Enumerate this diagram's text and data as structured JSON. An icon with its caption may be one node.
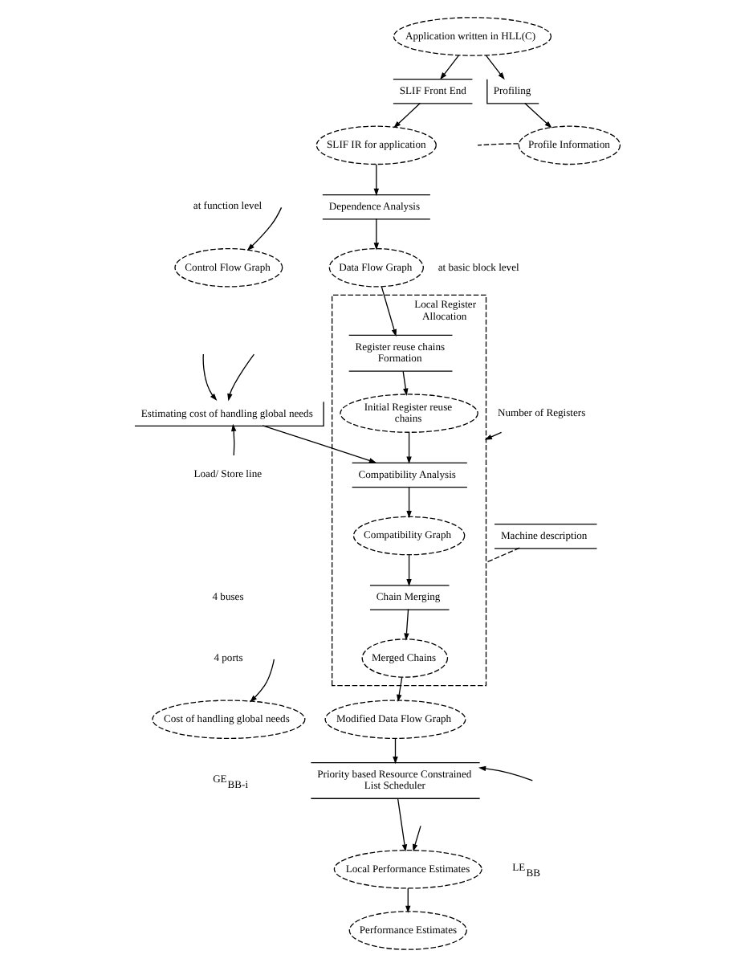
{
  "diagram": {
    "nodes": [
      {
        "text": [
          "Application written in HLL(C)"
        ]
      },
      {
        "text": [
          "SLIF Front End"
        ]
      },
      {
        "text": [
          "Profiling"
        ]
      },
      {
        "text": [
          "SLIF IR for application"
        ]
      },
      {
        "text": [
          "Profile Information"
        ]
      },
      {
        "text": [
          "Dependence Analysis"
        ]
      },
      {
        "text": [
          "Control Flow Graph"
        ],
        "beside": [
          "at function level"
        ]
      },
      {
        "text": [
          "Data Flow Graph"
        ],
        "beside": [
          "at basic block level"
        ]
      },
      {
        "text": [
          "Local Register Allocation"
        ]
      },
      {
        "text": [
          "Register reuse chains Formation"
        ],
        "in": 8
      },
      {
        "text": [
          "Initial Register reuse chains"
        ],
        "in": 8
      },
      {
        "text": [
          "Estimating cost of handling global needs"
        ]
      },
      {
        "text": [
          "Compatibility Analysis"
        ],
        "in": 8
      },
      {
        "text": [
          "Number of Registers"
        ]
      },
      {
        "text": [
          "Load/ Store line"
        ]
      },
      {
        "text": [
          "Compatibility Graph"
        ],
        "in": 8
      },
      {
        "text": [
          "Chain Merging"
        ],
        "in": 8
      },
      {
        "text": [
          "Machine description"
        ]
      },
      {
        "text": [
          "Merged Chains"
        ],
        "in": 8
      },
      {
        "text": [
          "Modified Data Flow Graph"
        ]
      },
      {
        "text": [
          "Cost of handling global needs"
        ],
        "beside": [
          "GE$_{BB-i}$"
        ]
      },
      {
        "text": [
          "Priority based Resource Constrained List Scheduler"
        ]
      },
      {
        "text": [
          "Local Performance Estimates"
        ],
        "beside": [
          "LE$_{BB}$"
        ]
      },
      {
        "text": [
          "Performance Estimates"
        ]
      }
    ],
    "edges": [
      {
        "from": 0,
        "to": 1,
        "arrow": "to"
      },
      {
        "from": 0,
        "to": 2,
        "arrow": "to"
      },
      {
        "from": 1,
        "to": 3,
        "arrow": "to"
      },
      {
        "from": 2,
        "to": 4,
        "arrow": "to"
      },
      {
        "from": 4,
        "to": null,
        "arrow": "none",
        "style": "dashed"
      },
      {
        "from": 3,
        "to": 5,
        "arrow": "to"
      },
      {
        "from": 5,
        "to": 7,
        "arrow": "to"
      },
      {
        "from": null,
        "to": 6,
        "arrow": "to"
      },
      {
        "from": 7,
        "to": 9,
        "arrow": "to"
      },
      {
        "from": 9,
        "to": 10,
        "arrow": "to"
      },
      {
        "from": 10,
        "to": 12,
        "arrow": "to"
      },
      {
        "from": 11,
        "to": 12,
        "arrow": "to"
      },
      {
        "from": 13,
        "to": 8,
        "arrow": "to"
      },
      {
        "from": 12,
        "to": 15,
        "arrow": "to"
      },
      {
        "from": 15,
        "to": 16,
        "arrow": "to"
      },
      {
        "from": 16,
        "to": 18,
        "arrow": "to"
      },
      {
        "from": 17,
        "to": 8,
        "arrow": "none",
        "style": "dashed"
      },
      {
        "from": 18,
        "to": 19,
        "arrow": "to"
      },
      {
        "from": 19,
        "to": 21,
        "arrow": "to"
      },
      {
        "from": 21,
        "to": 22,
        "arrow": "to"
      },
      {
        "from": 22,
        "to": 23,
        "arrow": "to"
      },
      {
        "from": null,
        "to": 21,
        "arrow": "to"
      },
      {
        "from": null,
        "to": 22,
        "arrow": "to"
      },
      {
        "from": null,
        "to": 11,
        "arrow": "to"
      },
      {
        "from": null,
        "to": 11,
        "arrow": "to"
      },
      {
        "from": null,
        "to": 20,
        "arrow": "to"
      },
      {
        "from": 14,
        "to": 11,
        "arrow": "to"
      }
    ],
    "labels": [
      "4 buses",
      "4 ports"
    ]
  }
}
